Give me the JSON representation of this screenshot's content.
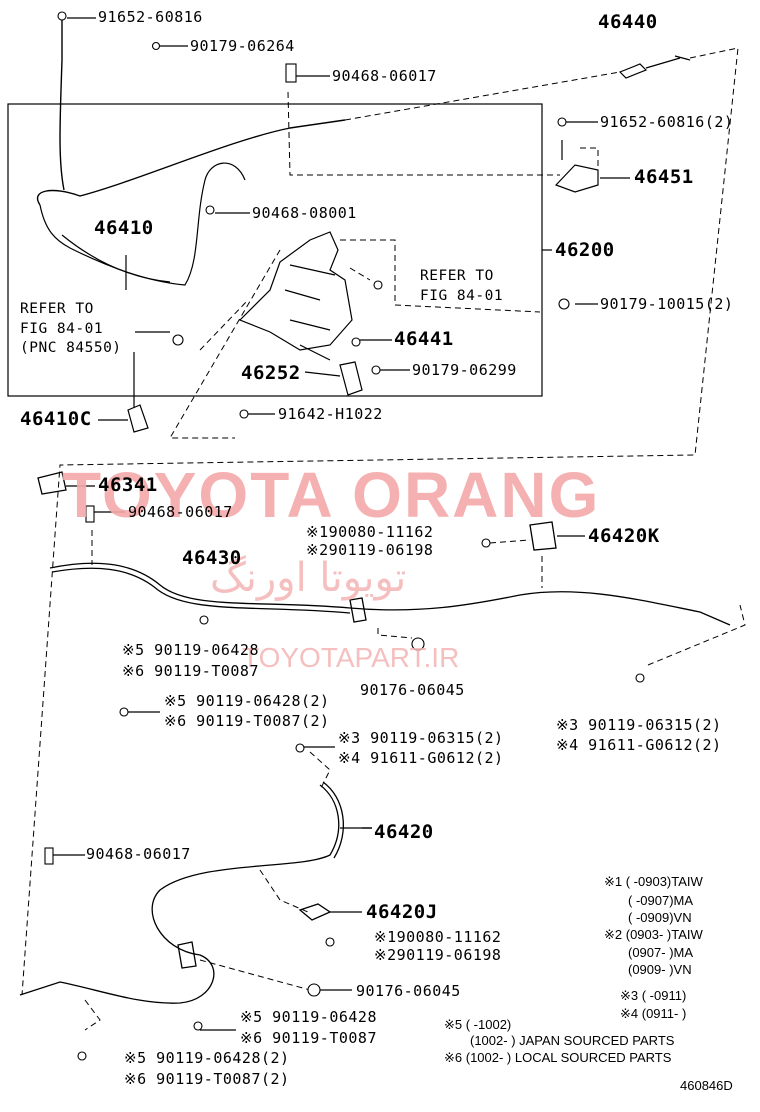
{
  "diagram": {
    "figure_code": "460846D",
    "watermark": {
      "main": "TOYOTA ORANG",
      "persian": "تویوتا اورنگ",
      "url": "TOYOTAPART.IR"
    },
    "refs": {
      "refer_left": [
        "REFER TO",
        "FIG 84-01",
        "(PNC 84550)"
      ],
      "refer_right": [
        "REFER TO",
        "FIG 84-01"
      ]
    },
    "labels": {
      "p91652_top": "91652-60816",
      "p90179_06264": "90179-06264",
      "p46440": "46440",
      "p90468_06017_a": "90468-06017",
      "p91652_2": "91652-60816(2)",
      "p46451": "46451",
      "p90468_08001": "90468-08001",
      "p46410": "46410",
      "p46200": "46200",
      "p90179_10015": "90179-10015(2)",
      "p46441": "46441",
      "p46252": "46252",
      "p90179_06299": "90179-06299",
      "p46410C": "46410C",
      "p91642": "91642-H1022",
      "p46341": "46341",
      "p90468_06017_b": "90468-06017",
      "p90080_a": "※190080-11162",
      "p90119_06198_a": "※290119-06198",
      "p46420K": "46420K",
      "p46430": "46430",
      "p90119_06428_a": "※5 90119-06428",
      "p90119_T0087_a": "※6 90119-T0087",
      "p90176_a": "90176-06045",
      "p90119_06428_b": "※5 90119-06428(2)",
      "p90119_T0087_b": "※6 90119-T0087(2)",
      "p90119_06315_a": "※3 90119-06315(2)",
      "p91611_a": "※4 91611-G0612(2)",
      "p90119_06315_b": "※3 90119-06315(2)",
      "p91611_b": "※4 91611-G0612(2)",
      "p46420": "46420",
      "p90468_06017_c": "90468-06017",
      "p46420J": "46420J",
      "p90080_b": "※190080-11162",
      "p90119_06198_b": "※290119-06198",
      "p90176_b": "90176-06045",
      "p90119_06428_c": "※5 90119-06428",
      "p90119_T0087_c": "※6 90119-T0087",
      "p90119_06428_d": "※5 90119-06428(2)",
      "p90119_T0087_d": "※6 90119-T0087(2)"
    },
    "notes": [
      "※1 (      -0903)TAIW",
      "(      -0907)MA",
      "(      -0909)VN",
      "※2 (0903-      )TAIW",
      "(0907-      )MA",
      "(0909-      )VN",
      "※3 (      -0911)",
      "※4 (0911-      )",
      "※5 (      -1002)",
      "(1002-      ) JAPAN SOURCED PARTS",
      "※6 (1002-      ) LOCAL SOURCED PARTS"
    ]
  }
}
